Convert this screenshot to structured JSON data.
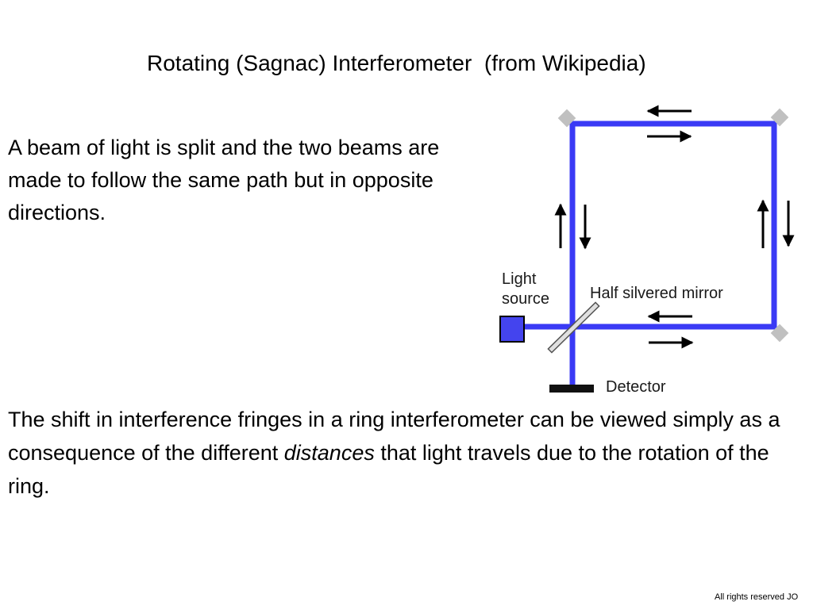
{
  "slide": {
    "title": "Rotating (Sagnac) Interferometer  (from Wikipedia)",
    "intro_text": "A beam of light is split and the two beams are made to follow the same path but in opposite directions.",
    "conclusion": {
      "before": "The shift in interference fringes in a ring interferometer can be viewed simply as a consequence of the different ",
      "emphasis": "distances",
      "after": " that light travels due to the rotation of the ring."
    },
    "footer": "All rights reserved JO"
  },
  "diagram": {
    "labels": {
      "light_source_line1": "Light",
      "light_source_line2": "source",
      "half_silvered_mirror": "Half silvered mirror",
      "detector": "Detector"
    },
    "colors": {
      "beam": "#3a3af5",
      "mirror": "#c0c0c0",
      "source_fill": "#4444ee",
      "detector": "#111111",
      "arrow": "#000000"
    }
  }
}
